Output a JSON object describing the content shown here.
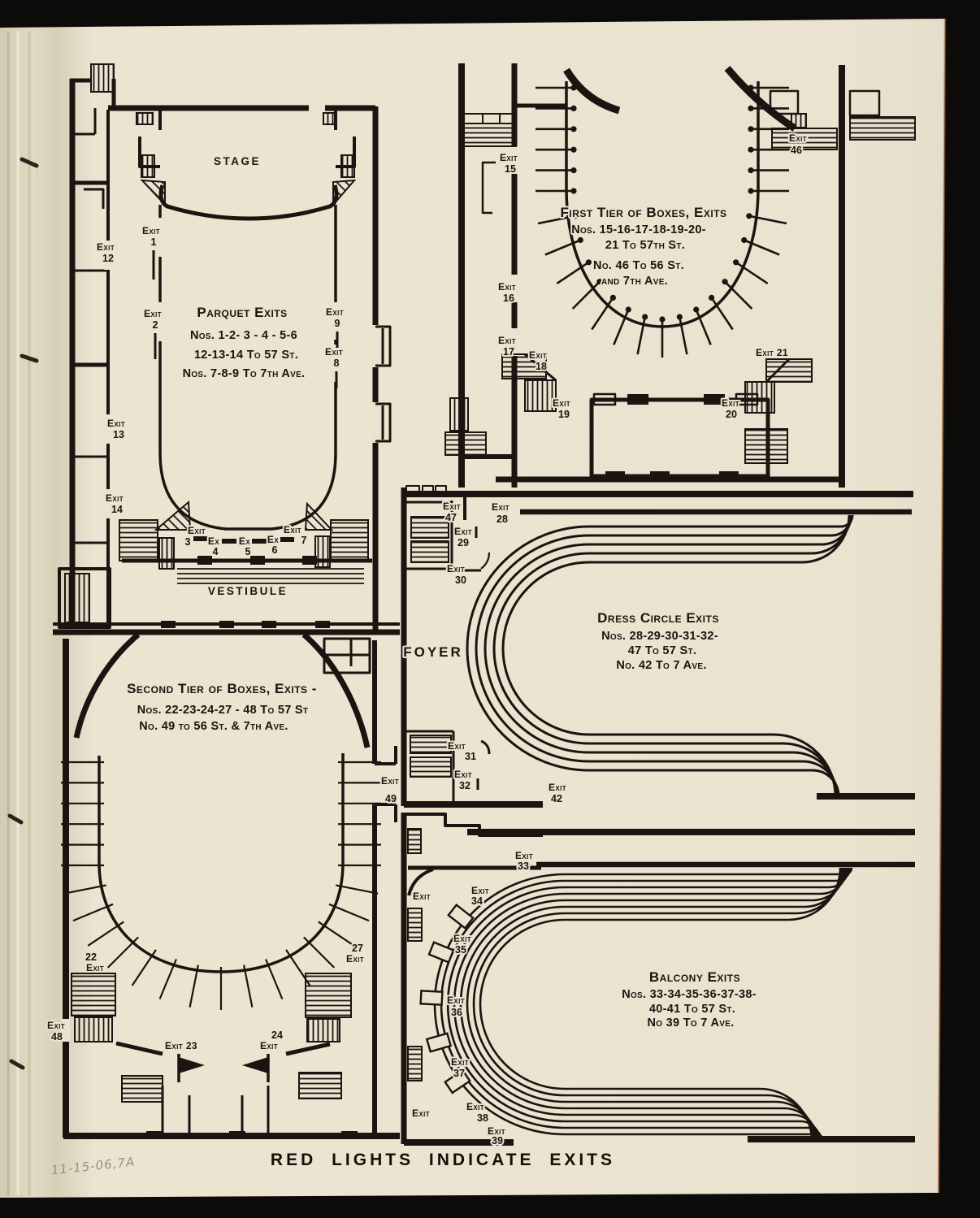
{
  "page": {
    "footer": "RED LIGHTS INDICATE EXITS",
    "handwritten": "11-15-06,7A"
  },
  "parquet": {
    "stage": "STAGE",
    "vestibule": "VESTIBULE",
    "title": "Parquet Exits",
    "lines": [
      "Nos. 1-2- 3 - 4 - 5-6",
      "12-13-14 To 57 St.",
      "Nos. 7-8-9  To 7th Ave."
    ],
    "exits": {
      "e1": {
        "w": "Exit",
        "n": "1"
      },
      "e2": {
        "w": "Exit",
        "n": "2"
      },
      "e3": {
        "w": "Exit",
        "n": "3"
      },
      "e4": {
        "w": "Ex",
        "n": "4"
      },
      "e5": {
        "w": "Ex",
        "n": "5"
      },
      "e6": {
        "w": "Ex",
        "n": "6"
      },
      "e7": {
        "w": "Exit",
        "n": "7"
      },
      "e8": {
        "w": "Exit",
        "n": "8"
      },
      "e9": {
        "w": "Exit",
        "n": "9"
      },
      "e12": {
        "w": "Exit",
        "n": "12"
      },
      "e13": {
        "w": "Exit",
        "n": "13"
      },
      "e14": {
        "w": "Exit",
        "n": "14"
      }
    }
  },
  "first_tier": {
    "title": "First Tier of Boxes, Exits",
    "lines": [
      "Nos. 15-16-17-18-19-20-",
      "21 To 57th St.",
      "No.  46 To 56 St.",
      "and 7th Ave."
    ],
    "exits": {
      "e15": {
        "w": "Exit",
        "n": "15"
      },
      "e16": {
        "w": "Exit",
        "n": "16"
      },
      "e17": {
        "w": "Exit",
        "n": "17"
      },
      "e18": {
        "w": "Exit",
        "n": "18"
      },
      "e19": {
        "w": "Exit",
        "n": "19"
      },
      "e20": {
        "w": "Exit",
        "n": "20"
      },
      "e21": {
        "w": "Exit 21",
        "n": ""
      },
      "e46": {
        "w": "Exit",
        "n": "46"
      }
    }
  },
  "dress_circle": {
    "foyer": "FOYER",
    "title": "Dress Circle Exits",
    "lines": [
      "Nos. 28-29-30-31-32-",
      "47 To 57 St.",
      "No. 42 To  7 Ave."
    ],
    "exits": {
      "e28": {
        "w": "Exit",
        "n": "28"
      },
      "e29": {
        "w": "Exit",
        "n": "29"
      },
      "e30": {
        "w": "Exit",
        "n": "30"
      },
      "e31": {
        "w": "Exit",
        "n": "31"
      },
      "e32": {
        "w": "Exit",
        "n": "32"
      },
      "e42": {
        "w": "Exit",
        "n": "42"
      },
      "e47": {
        "w": "Exit",
        "n": "47"
      }
    }
  },
  "balcony": {
    "title": "Balcony Exits",
    "lines": [
      "Nos. 33-34-35-36-37-38-",
      "40-41 To 57 St.",
      "No 39 To 7 Ave."
    ],
    "exits": {
      "e33": {
        "w": "Exit",
        "n": "33"
      },
      "e34": {
        "w": "Exit",
        "n": "34"
      },
      "e35": {
        "w": "Exit",
        "n": "35"
      },
      "e36": {
        "w": "Exit",
        "n": "36"
      },
      "e37": {
        "w": "Exit",
        "n": "37"
      },
      "e38": {
        "w": "Exit",
        "n": "38"
      },
      "e39": {
        "w": "Exit",
        "n": "39"
      },
      "eL1": {
        "w": "Exit",
        "n": ""
      },
      "eL2": {
        "w": "Exit",
        "n": ""
      }
    }
  },
  "second_tier": {
    "title": "Second Tier of Boxes, Exits -",
    "lines": [
      "Nos. 22-23-24-27 - 48 To 57 St",
      "No.  49 to 56 St. & 7th Ave."
    ],
    "exits": {
      "e22": {
        "w": "Exit",
        "n": "22"
      },
      "e23": {
        "w": "Exit 23",
        "n": ""
      },
      "e24": {
        "w": "Exit",
        "n": "24"
      },
      "e27": {
        "w": "Exit",
        "n": "27"
      },
      "e48": {
        "w": "Exit",
        "n": "48"
      },
      "e49": {
        "w": "Exit",
        "n": "49"
      }
    }
  }
}
